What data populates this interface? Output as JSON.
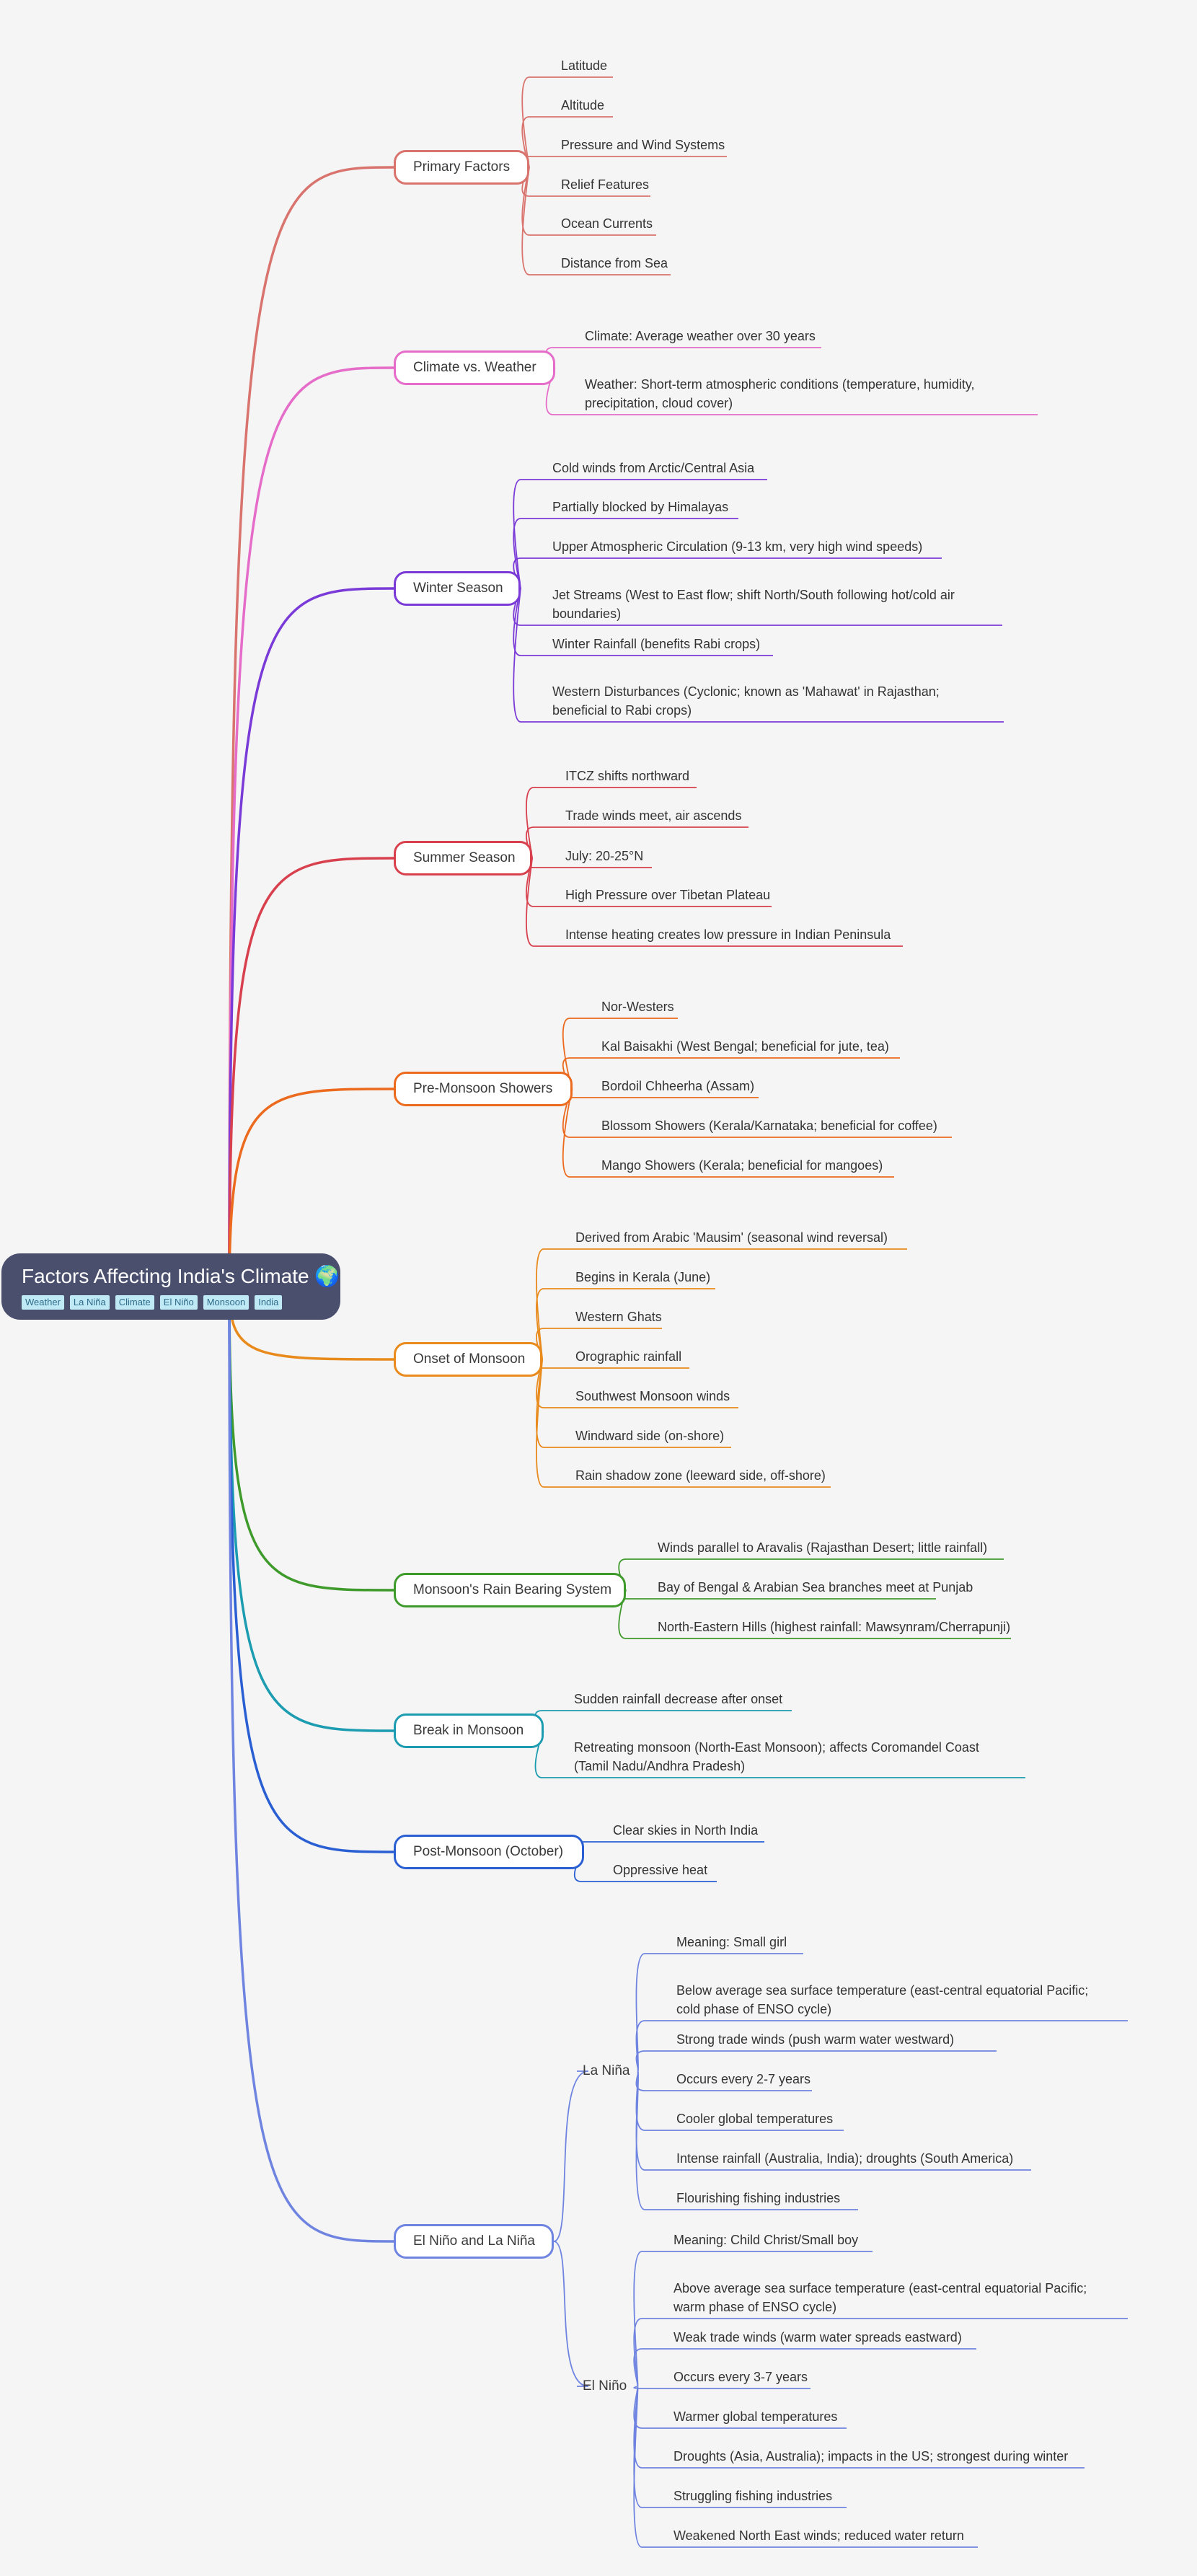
{
  "root": {
    "title": "Factors Affecting India's Climate 🌍",
    "tags": [
      "Weather",
      "La Niña",
      "Climate",
      "El Niño",
      "Monsoon",
      "India"
    ]
  },
  "branches": [
    {
      "label": "Primary Factors",
      "color": "#d9736d",
      "leaves": [
        {
          "text": "Latitude"
        },
        {
          "text": "Altitude"
        },
        {
          "text": "Pressure and Wind Systems"
        },
        {
          "text": "Relief Features"
        },
        {
          "text": "Ocean Currents"
        },
        {
          "text": "Distance from Sea"
        }
      ]
    },
    {
      "label": "Climate vs. Weather",
      "color": "#e56cc9",
      "leaves": [
        {
          "text": "Climate: Average weather over 30 years"
        },
        {
          "text": "Weather: Short-term atmospheric conditions (temperature, humidity,",
          "text2": "precipitation, cloud cover)"
        }
      ]
    },
    {
      "label": "Winter Season",
      "color": "#7a3ad8",
      "leaves": [
        {
          "text": "Cold winds from Arctic/Central Asia"
        },
        {
          "text": "Partially blocked by Himalayas"
        },
        {
          "text": "Upper Atmospheric Circulation (9-13 km, very high wind speeds)"
        },
        {
          "text": "Jet Streams (West to East flow; shift North/South following hot/cold air",
          "text2": "boundaries)"
        },
        {
          "text": "Winter Rainfall (benefits Rabi crops)"
        },
        {
          "text": "Western Disturbances (Cyclonic; known as 'Mahawat' in Rajasthan;",
          "text2": "beneficial to Rabi crops)"
        }
      ]
    },
    {
      "label": "Summer Season",
      "color": "#d8404e",
      "leaves": [
        {
          "text": "ITCZ shifts northward"
        },
        {
          "text": "Trade winds meet, air ascends"
        },
        {
          "text": "July: 20-25°N"
        },
        {
          "text": "High Pressure over Tibetan Plateau"
        },
        {
          "text": "Intense heating creates low pressure in Indian Peninsula"
        }
      ]
    },
    {
      "label": "Pre-Monsoon Showers",
      "color": "#ec6a1e",
      "leaves": [
        {
          "text": "Nor-Westers"
        },
        {
          "text": "Kal Baisakhi (West Bengal; beneficial for jute, tea)"
        },
        {
          "text": "Bordoil Chheerha (Assam)"
        },
        {
          "text": "Blossom Showers (Kerala/Karnataka; beneficial for coffee)"
        },
        {
          "text": "Mango Showers (Kerala; beneficial for mangoes)"
        }
      ]
    },
    {
      "label": "Onset of Monsoon",
      "color": "#e88a1c",
      "leaves": [
        {
          "text": "Derived from Arabic 'Mausim' (seasonal wind reversal)"
        },
        {
          "text": "Begins in Kerala (June)"
        },
        {
          "text": "Western Ghats"
        },
        {
          "text": "Orographic rainfall"
        },
        {
          "text": "Southwest Monsoon winds"
        },
        {
          "text": "Windward side (on-shore)"
        },
        {
          "text": "Rain shadow zone (leeward side, off-shore)"
        }
      ]
    },
    {
      "label": "Monsoon's Rain Bearing System",
      "color": "#3f9a2c",
      "leaves": [
        {
          "text": "Winds parallel to Aravalis (Rajasthan Desert; little rainfall)"
        },
        {
          "text": "Bay of Bengal & Arabian Sea branches meet at Punjab"
        },
        {
          "text": "North-Eastern Hills (highest rainfall: Mawsynram/Cherrapunji)"
        }
      ]
    },
    {
      "label": "Break in Monsoon",
      "color": "#1c9cb0",
      "leaves": [
        {
          "text": "Sudden rainfall decrease after onset"
        },
        {
          "text": "Retreating monsoon (North-East Monsoon); affects Coromandel Coast",
          "text2": "(Tamil Nadu/Andhra Pradesh)"
        }
      ]
    },
    {
      "label": "Post-Monsoon (October)",
      "color": "#2a5fd4",
      "leaves": [
        {
          "text": "Clear skies in North India"
        },
        {
          "text": "Oppressive heat"
        }
      ]
    },
    {
      "label": "El Niño and La Niña",
      "color": "#6f84e0",
      "subs": [
        {
          "label": "La Niña",
          "leaves": [
            {
              "text": "Meaning: Small girl"
            },
            {
              "text": "Below average sea surface temperature (east-central equatorial Pacific;",
              "text2": "cold phase of ENSO cycle)"
            },
            {
              "text": "Strong trade winds (push warm water westward)"
            },
            {
              "text": "Occurs every 2-7 years"
            },
            {
              "text": "Cooler global temperatures"
            },
            {
              "text": "Intense rainfall (Australia, India); droughts (South America)"
            },
            {
              "text": "Flourishing fishing industries"
            }
          ]
        },
        {
          "label": "El Niño",
          "leaves": [
            {
              "text": "Meaning: Child Christ/Small boy"
            },
            {
              "text": "Above average sea surface temperature (east-central equatorial Pacific;",
              "text2": "warm phase of ENSO cycle)"
            },
            {
              "text": "Weak trade winds (warm water spreads eastward)"
            },
            {
              "text": "Occurs every 3-7 years"
            },
            {
              "text": "Warmer global temperatures"
            },
            {
              "text": "Droughts (Asia, Australia); impacts in the US; strongest during winter"
            },
            {
              "text": "Struggling fishing industries"
            },
            {
              "text": "Weakened North East winds; reduced water return"
            }
          ]
        }
      ]
    }
  ]
}
